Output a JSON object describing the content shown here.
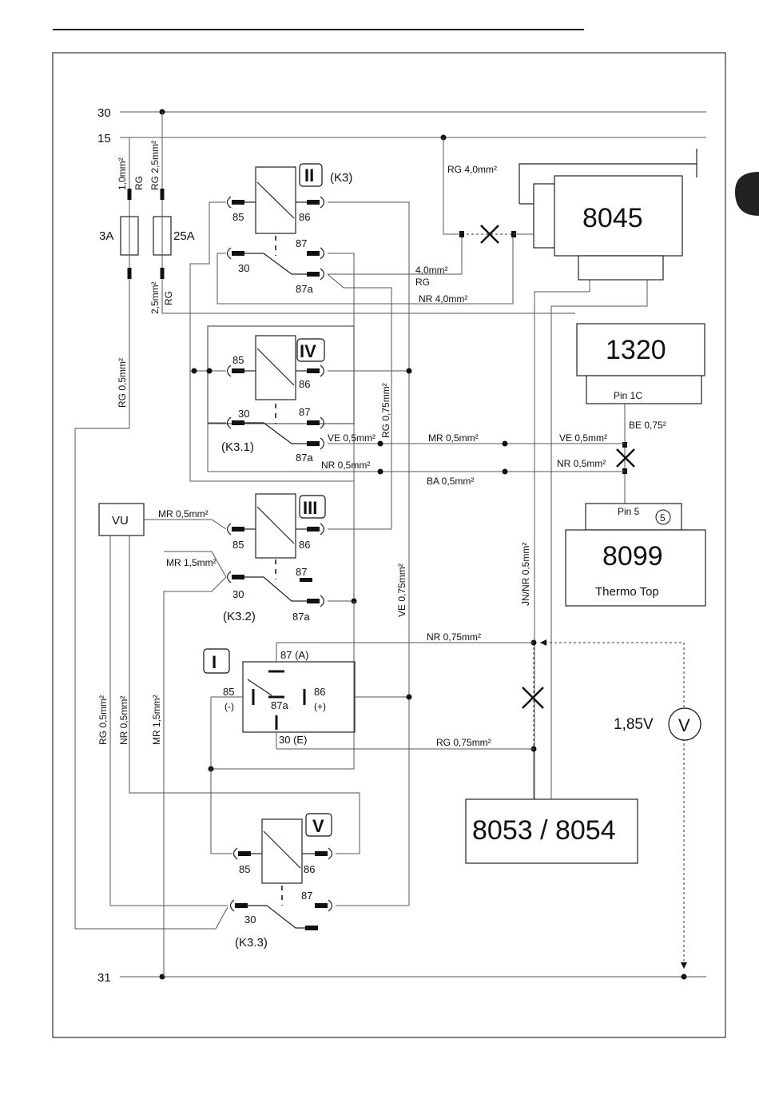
{
  "lines": {
    "l30": "30",
    "l15": "15",
    "l31": "31"
  },
  "fuses": {
    "f1": "3A",
    "f2": "25A"
  },
  "wires": {
    "w_1_0": "1,0mm²",
    "w_rg_a": "RG",
    "w_rg25": "RG 2,5mm²",
    "w_rg4": "RG 4,0mm²",
    "w_4mm": "4,0mm²",
    "w_rg_b": "RG",
    "w_nr4": "NR 4,0mm²",
    "w_25": "2,5mm²",
    "w_rg_c": "RG",
    "w_rg05": "RG  0,5mm²",
    "w_ve05a": "VE 0,5mm²",
    "w_mr05a": "MR 0,5mm²",
    "w_ve05b": "VE 0,5mm²",
    "w_nr05a": "NR 0,5mm²",
    "w_nr05b": "NR 0,5mm²",
    "w_ba05": "BA 0,5mm²",
    "w_rg075": "RG 0,75mm²",
    "w_be075": "BE 0,75²",
    "w_mr05b": "MR 0,5mm²",
    "w_mr15": "MR 1,5mm²",
    "w_ve075": "VE 0,75mm²",
    "w_jnnr": "JN/NR 0,5mm²",
    "w_nr075": "NR 0,75mm²",
    "w_rg075b": "RG 0,75mm²",
    "w_rg05v": "RG  0,5mm²",
    "w_nr05v": "NR  0,5mm²",
    "w_mr15v": "MR  1,5mm²"
  },
  "relays": {
    "r2": {
      "num": "II",
      "tag": "(K3)",
      "p85": "85",
      "p86": "86",
      "p30": "30",
      "p87": "87",
      "p87a": "87a"
    },
    "r4": {
      "num": "IV",
      "tag": "(K3.1)",
      "p85": "85",
      "p86": "86",
      "p30": "30",
      "p87": "87",
      "p87a": "87a"
    },
    "r3": {
      "num": "III",
      "tag": "(K3.2)",
      "p85": "85",
      "p86": "86",
      "p30": "30",
      "p87": "87",
      "p87a": "87a"
    },
    "r1": {
      "num": "I",
      "p87": "87 (A)",
      "p85": "85",
      "p85s": "(-)",
      "p87a": "87a",
      "p86": "86",
      "p86s": "(+)",
      "p30": "30 (E)"
    },
    "r5": {
      "num": "V",
      "tag": "(K3.3)",
      "p85": "85",
      "p86": "86",
      "p30": "30",
      "p87": "87"
    }
  },
  "components": {
    "c8045": "8045",
    "c1320": "1320",
    "pin1c": "Pin 1C",
    "pin5": "Pin 5",
    "circ5": "5",
    "c8099": "8099",
    "thermo": "Thermo Top",
    "c8053": "8053 / 8054",
    "vu": "VU"
  },
  "meter": {
    "reading": "1,85V",
    "symbol": "V"
  }
}
